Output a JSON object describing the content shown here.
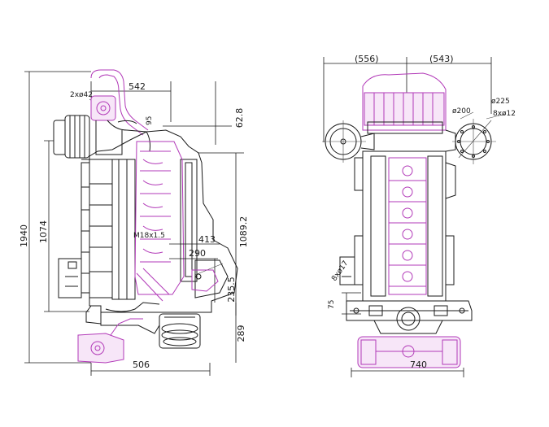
{
  "colors": {
    "outline": "#1a1a1a",
    "accent_magenta": "#b23ab8",
    "background": "#ffffff"
  },
  "side_view": {
    "dims": {
      "overall_height": "1940",
      "block_height": "1074",
      "top_width": "542",
      "bolt_holes": "2xø42",
      "offset_95": "95",
      "top_offset": "62.8",
      "thread": "M18x1.5",
      "height_1089": "1089.2",
      "dim_413": "413",
      "dim_290": "290",
      "dim_235": "235.5",
      "dim_289": "289",
      "bottom_width": "506"
    }
  },
  "front_view": {
    "dims": {
      "left_width": "(556)",
      "right_width": "(543)",
      "dia_200": "ø200",
      "dia_225": "ø225",
      "holes_8x12": "8xø12",
      "holes_8x17": "8xø17",
      "dim_75": "75",
      "bottom_width": "740"
    }
  }
}
